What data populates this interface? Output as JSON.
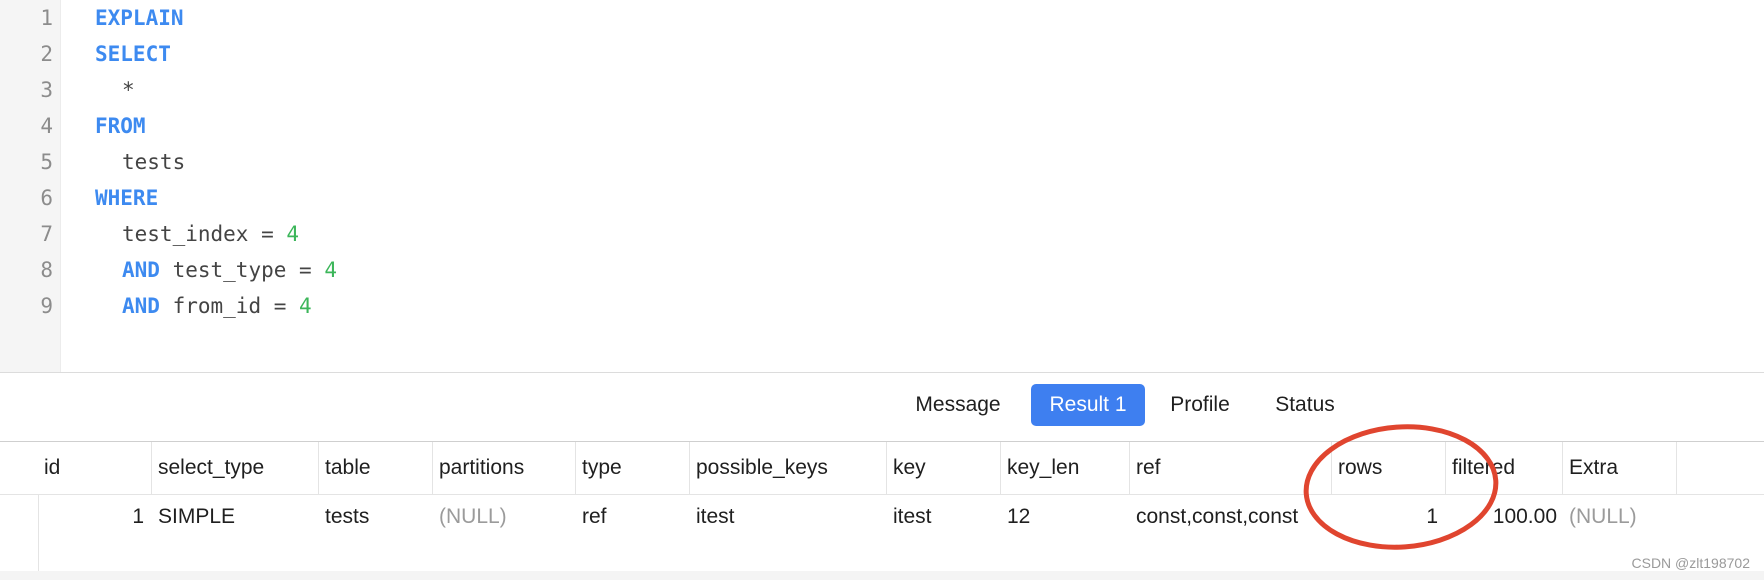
{
  "editor": {
    "line_numbers": [
      "1",
      "2",
      "3",
      "4",
      "5",
      "6",
      "7",
      "8",
      "9"
    ],
    "lines": [
      {
        "kw": "EXPLAIN"
      },
      {
        "kw": "SELECT"
      },
      {
        "text": "*"
      },
      {
        "kw": "FROM"
      },
      {
        "text": "tests"
      },
      {
        "kw": "WHERE"
      },
      {
        "text": "test_index = ",
        "num": "4"
      },
      {
        "kw": "AND",
        "text": " test_type = ",
        "num": "4"
      },
      {
        "kw": "AND",
        "text": " from_id = ",
        "num": "4"
      }
    ]
  },
  "tabs": {
    "message": "Message",
    "result1": "Result 1",
    "profile": "Profile",
    "status": "Status",
    "active": "Result 1"
  },
  "grid": {
    "columns": [
      "id",
      "select_type",
      "table",
      "partitions",
      "type",
      "possible_keys",
      "key",
      "key_len",
      "ref",
      "rows",
      "filtered",
      "Extra"
    ],
    "rows": [
      [
        "1",
        "SIMPLE",
        "tests",
        "(NULL)",
        "ref",
        "itest",
        "itest",
        "12",
        "const,const,const",
        "1",
        "100.00",
        "(NULL)"
      ]
    ]
  },
  "colors": {
    "keyword": "#3d8af0",
    "number": "#3cb65a",
    "active_tab": "#3e7ff0",
    "null_value": "#9b9b9b",
    "annotation_circle": "#e0452f"
  },
  "watermark": "CSDN @zlt198702"
}
